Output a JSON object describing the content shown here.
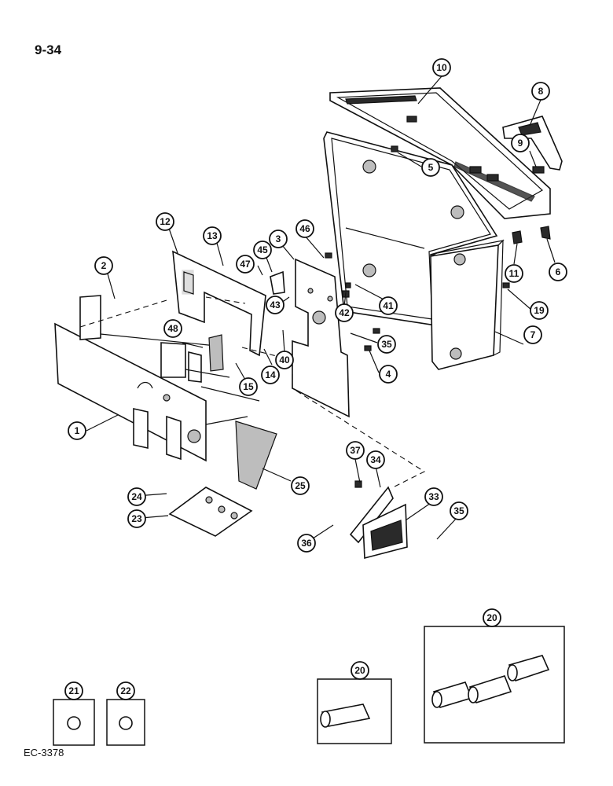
{
  "page": {
    "number": "9-34",
    "code": "EC-3378"
  },
  "callouts": [
    "1",
    "2",
    "3",
    "4",
    "5",
    "6",
    "7",
    "8",
    "9",
    "10",
    "11",
    "12",
    "13",
    "14",
    "15",
    "19",
    "20",
    "20",
    "21",
    "22",
    "23",
    "24",
    "25",
    "33",
    "34",
    "35",
    "35",
    "36",
    "37",
    "40",
    "41",
    "42",
    "43",
    "45",
    "46",
    "47",
    "48"
  ]
}
